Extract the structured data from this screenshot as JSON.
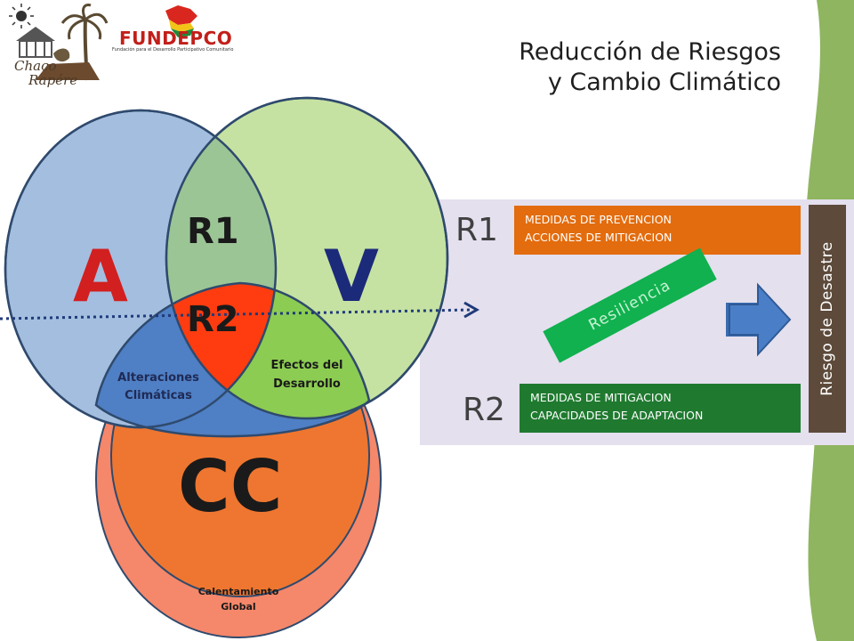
{
  "header": {
    "logo_left_text_line1": "Chaco",
    "logo_left_text_line2": "Rapére",
    "logo_right_title": "FUNDEPCO",
    "logo_right_subtitle": "Fundación para el Desarrollo Participativo Comunitario"
  },
  "title": {
    "line1": "Reducción de Riesgos",
    "line2": "y Cambio Climático"
  },
  "venn": {
    "label_a": "A",
    "label_v": "V",
    "label_cc": "CC",
    "label_r1": "R1",
    "label_r2": "R2",
    "alteraciones_line1": "Alteraciones",
    "alteraciones_line2": "Climáticas",
    "efectos_line1": "Efectos del",
    "efectos_line2": "Desarrollo",
    "calentamiento_line1": "Calentamiento",
    "calentamiento_line2": "Global"
  },
  "right_panel": {
    "r1_label": "R1",
    "r2_label": "R2",
    "r1_box_line1": "MEDIDAS DE PREVENCION",
    "r1_box_line2": "ACCIONES DE MITIGACION",
    "r2_box_line1": "MEDIDAS DE MITIGACION",
    "r2_box_line2": "CAPACIDADES DE ADAPTACION",
    "resiliencia": "Resiliencia",
    "riesgo": "Riesgo de Desastre"
  },
  "colors": {
    "circle_a": "#a4bedf",
    "circle_v": "#c6e2a2",
    "circle_cc_outer": "#f5876a",
    "circle_cc_inner": "#ef7630",
    "overlap_r1": "#9cc596",
    "overlap_r2": "#ff3c0f",
    "alteraciones": "#4f7fc4",
    "efectos": "#8ccc52",
    "panel_bg": "#e4e0ee",
    "box_r1": "#e36c0e",
    "box_r2": "#1f7a2f",
    "riesgo_bar": "#5d4a3a",
    "resiliencia": "#10b14e",
    "arrow": "#4a7fc8",
    "leaf": "#8fb560"
  },
  "icons": [
    "sun-icon",
    "palm-tree-icon",
    "house-icon",
    "flag-map-icon",
    "arrow-right-icon"
  ]
}
